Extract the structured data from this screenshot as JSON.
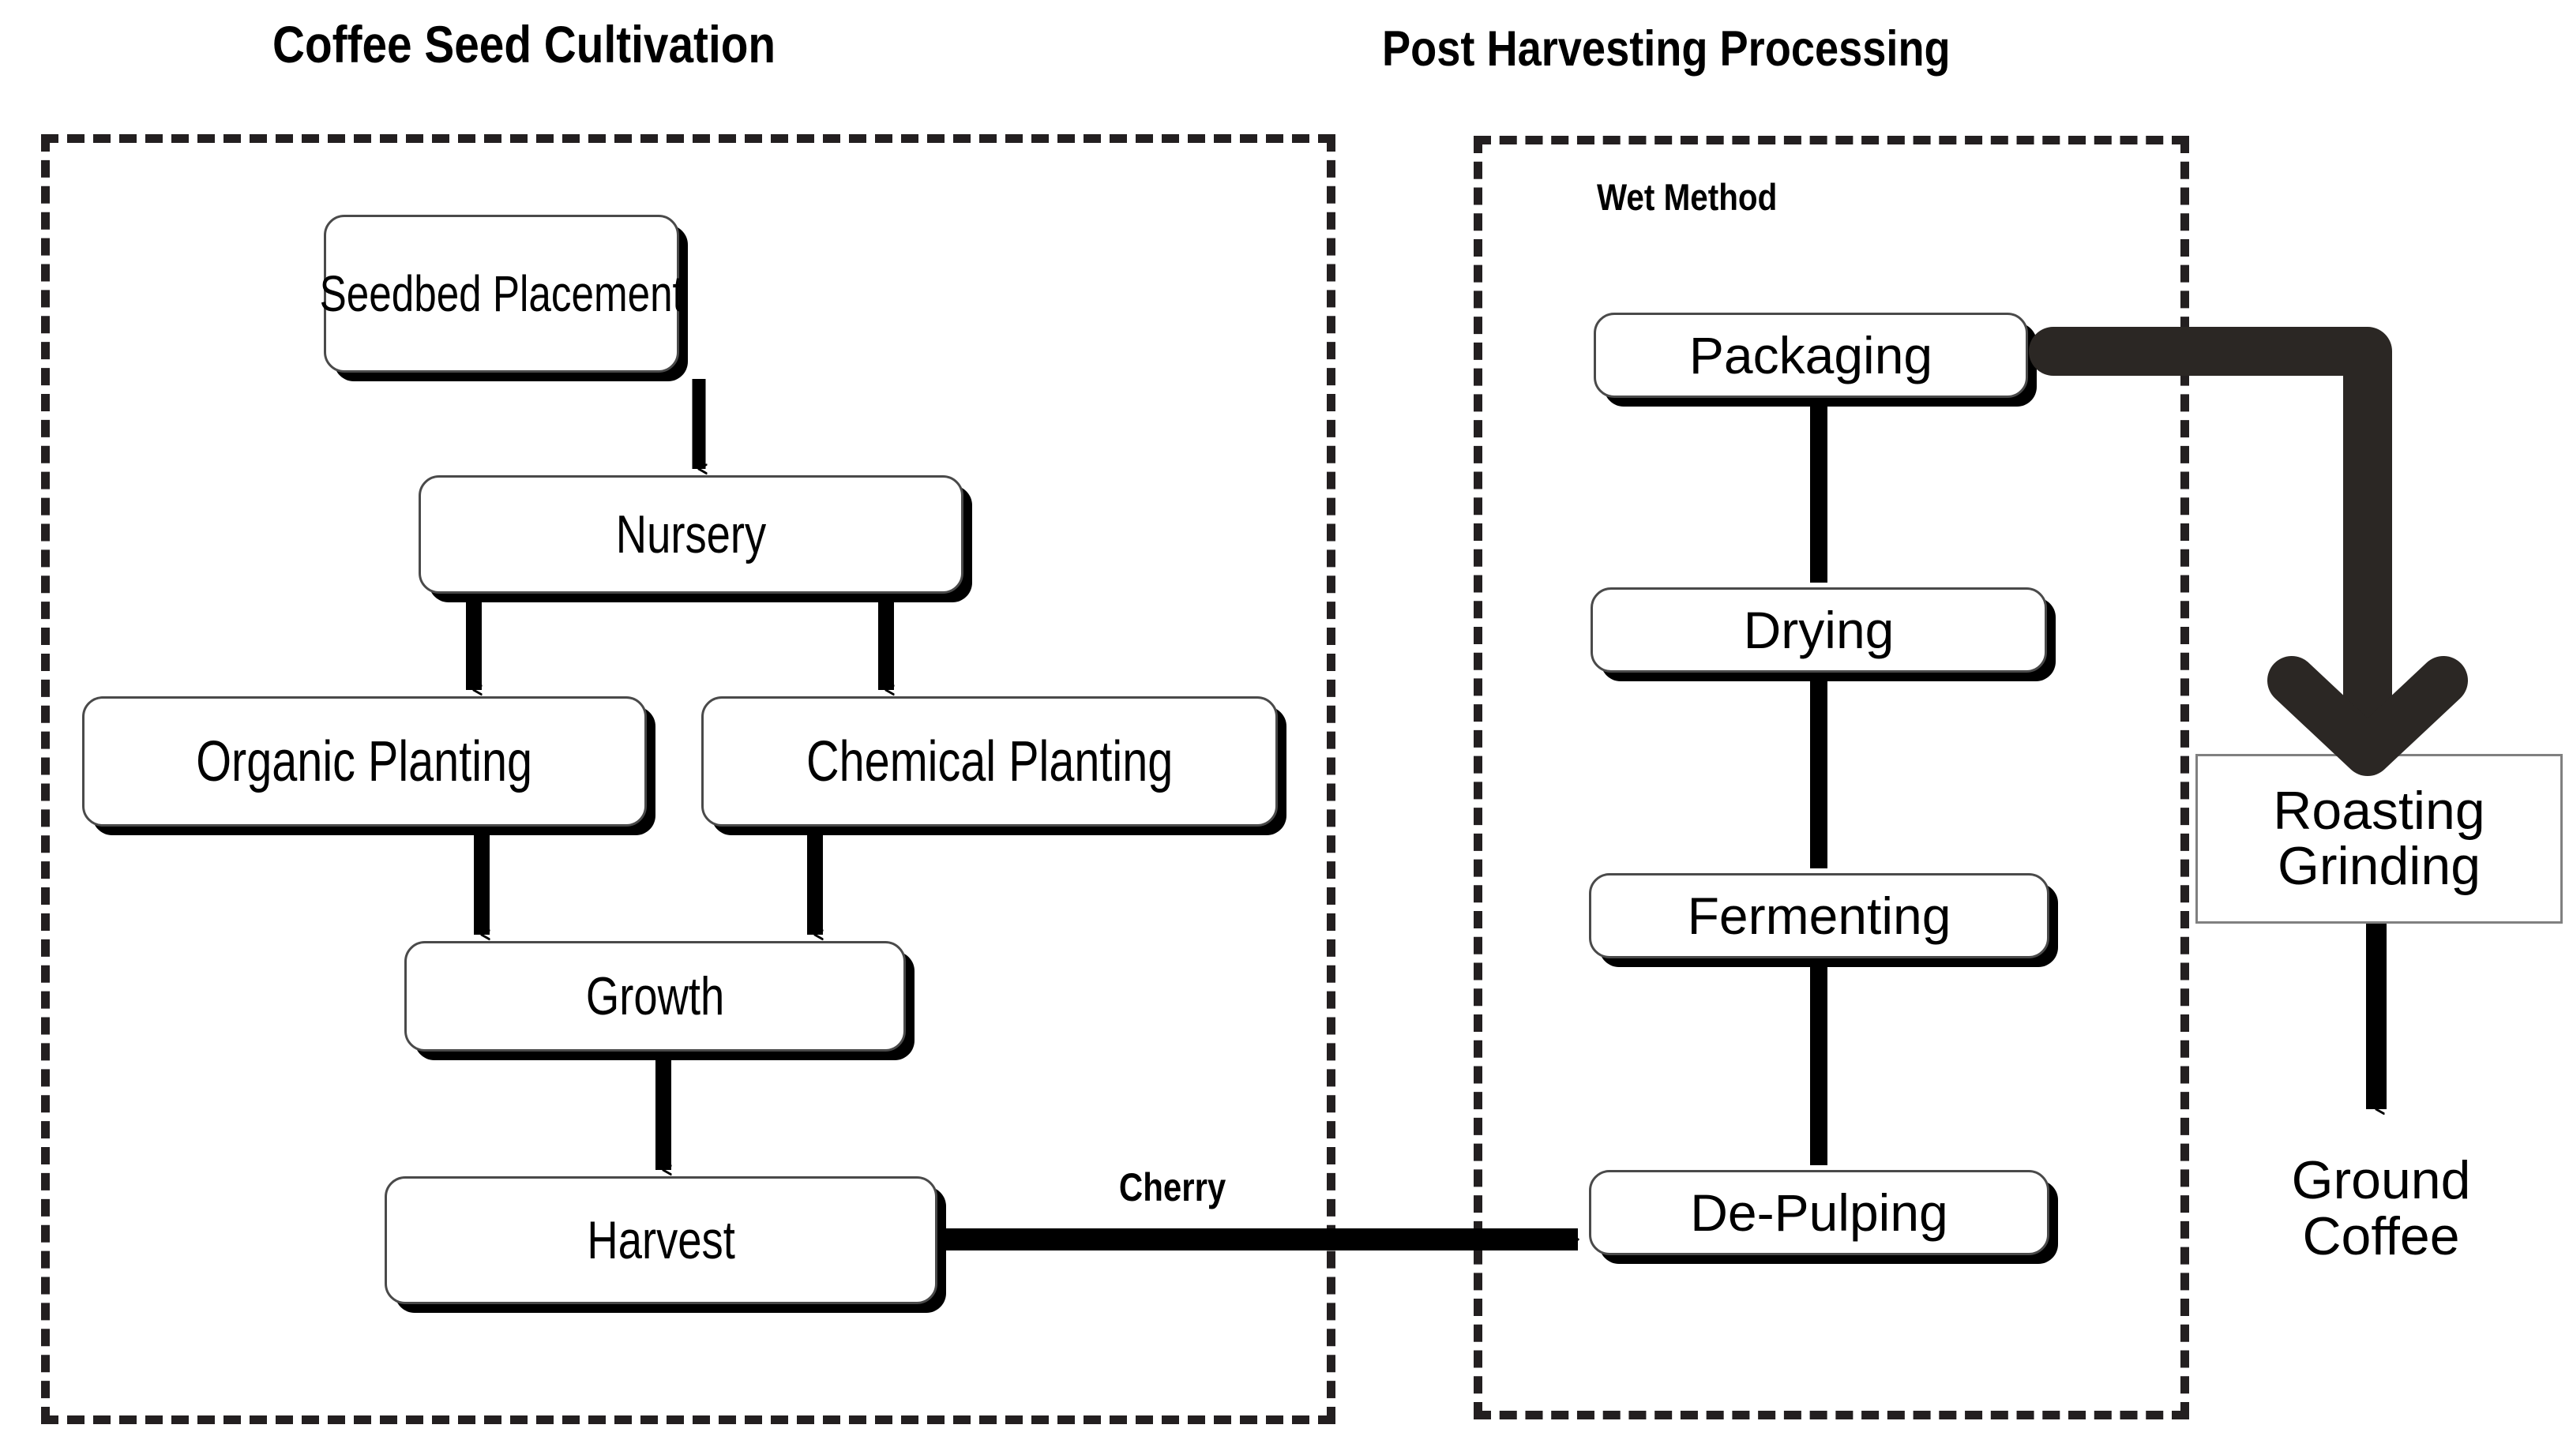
{
  "sections": [
    {
      "id": "cultivation",
      "title": "Coffee Seed Cultivation"
    },
    {
      "id": "postharvest",
      "title": "Post Harvesting Processing"
    }
  ],
  "subgroup": {
    "label": "Wet Method"
  },
  "cultivation_nodes": [
    {
      "id": "seedbed",
      "label": "Seedbed Placement"
    },
    {
      "id": "nursery",
      "label": "Nursery"
    },
    {
      "id": "organic",
      "label": "Organic Planting"
    },
    {
      "id": "chemical",
      "label": "Chemical Planting"
    },
    {
      "id": "growth",
      "label": "Growth"
    },
    {
      "id": "harvest",
      "label": "Harvest"
    }
  ],
  "wet_nodes": [
    {
      "id": "packaging",
      "label": "Packaging"
    },
    {
      "id": "drying",
      "label": "Drying"
    },
    {
      "id": "fermenting",
      "label": "Fermenting"
    },
    {
      "id": "depulping",
      "label": "De-Pulping"
    }
  ],
  "final_nodes": [
    {
      "id": "roasting",
      "line1": "Roasting",
      "line2": "Grinding"
    }
  ],
  "outputs": [
    {
      "id": "ground-coffee",
      "line1": "Ground",
      "line2": "Coffee"
    }
  ],
  "edge_labels": [
    {
      "id": "cherry",
      "label": "Cherry"
    }
  ],
  "colors": {
    "ink": "#000000",
    "dashed_border": "#231f20",
    "thick_arrow": "#2b2724",
    "node_border": "#4a4a4a",
    "plain_border": "#808080",
    "background": "#ffffff"
  },
  "chart_data": {
    "type": "diagram",
    "title": "Coffee Seed Cultivation and Post Harvesting Processing Flowchart",
    "groups": [
      {
        "name": "Coffee Seed Cultivation",
        "nodes": [
          "Seedbed Placement",
          "Nursery",
          "Organic Planting",
          "Chemical Planting",
          "Growth",
          "Harvest"
        ]
      },
      {
        "name": "Post Harvesting Processing",
        "subgroups": [
          {
            "name": "Wet Method",
            "nodes": [
              "De-Pulping",
              "Fermenting",
              "Drying",
              "Packaging"
            ]
          }
        ],
        "nodes": [
          "Roasting Grinding",
          "Ground Coffee"
        ]
      }
    ],
    "edges": [
      {
        "from": "Seedbed Placement",
        "to": "Nursery",
        "label": ""
      },
      {
        "from": "Nursery",
        "to": "Organic Planting",
        "label": ""
      },
      {
        "from": "Nursery",
        "to": "Chemical Planting",
        "label": ""
      },
      {
        "from": "Organic Planting",
        "to": "Growth",
        "label": ""
      },
      {
        "from": "Chemical Planting",
        "to": "Growth",
        "label": ""
      },
      {
        "from": "Growth",
        "to": "Harvest",
        "label": ""
      },
      {
        "from": "Harvest",
        "to": "De-Pulping",
        "label": "Cherry"
      },
      {
        "from": "De-Pulping",
        "to": "Fermenting",
        "label": ""
      },
      {
        "from": "Fermenting",
        "to": "Drying",
        "label": ""
      },
      {
        "from": "Drying",
        "to": "Packaging",
        "label": ""
      },
      {
        "from": "Packaging",
        "to": "Roasting Grinding",
        "label": ""
      },
      {
        "from": "Roasting Grinding",
        "to": "Ground Coffee",
        "label": ""
      }
    ]
  }
}
